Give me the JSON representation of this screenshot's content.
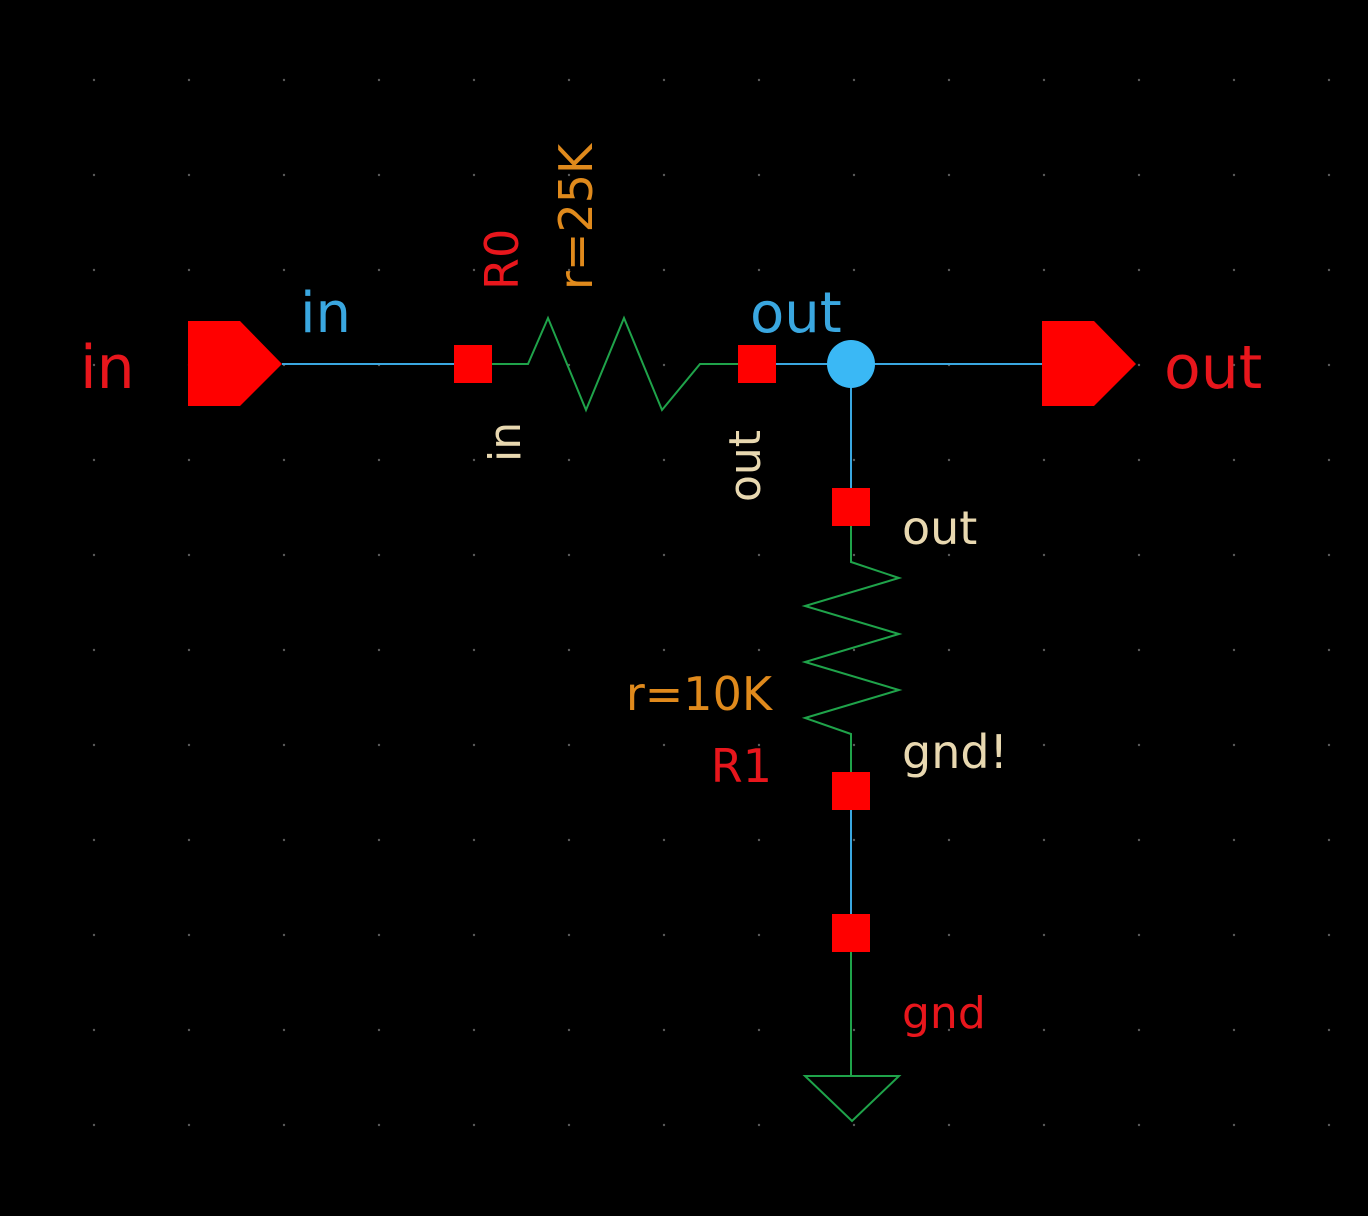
{
  "colors": {
    "background": "#000000",
    "grid_dot": "#5a5a5a",
    "wire": "#3aa7e0",
    "device": "#1fa34a",
    "pin": "#ff0000",
    "junction": "#3ab8f5",
    "net_label": "#3aa7e0",
    "pin_name": "#e8d8b0",
    "instance_name": "#e8161c",
    "param": "#e08a1c",
    "pin_label": "#e8161c"
  },
  "pins": {
    "input_label": "in",
    "output_label": "out"
  },
  "nets": {
    "in_label": "in",
    "out_label": "out"
  },
  "r0": {
    "name": "R0",
    "param": "r=25K",
    "pin_in": "in",
    "pin_out": "out"
  },
  "r1": {
    "name": "R1",
    "param": "r=10K",
    "pin_top": "out",
    "pin_bottom": "gnd!"
  },
  "ground": {
    "label": "gnd"
  },
  "icons": {
    "input_pin": "input-pin-pentagon-icon",
    "output_pin": "output-pin-pentagon-icon",
    "ground": "ground-triangle-icon",
    "junction": "junction-dot-icon"
  }
}
